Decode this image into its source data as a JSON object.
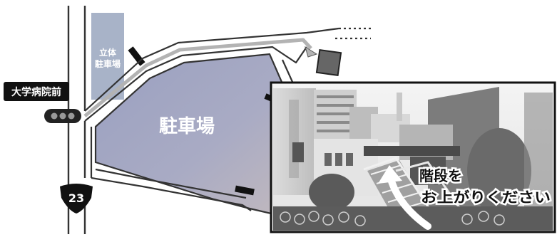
{
  "labels": {
    "multistory_parking": [
      "立体",
      "駐車場"
    ],
    "parking": "駐車場",
    "bus_stop": "大学病院前",
    "route_number": "23",
    "photo_caption": [
      "階段を",
      "お上がりください"
    ]
  },
  "colors": {
    "parking_fill": "#a6a9c2",
    "multistory_fill": "#a8b3c8",
    "road_line": "#333333",
    "route_arrow": "#b3b3b3",
    "building": "#666666",
    "label_bg": "#111111"
  }
}
